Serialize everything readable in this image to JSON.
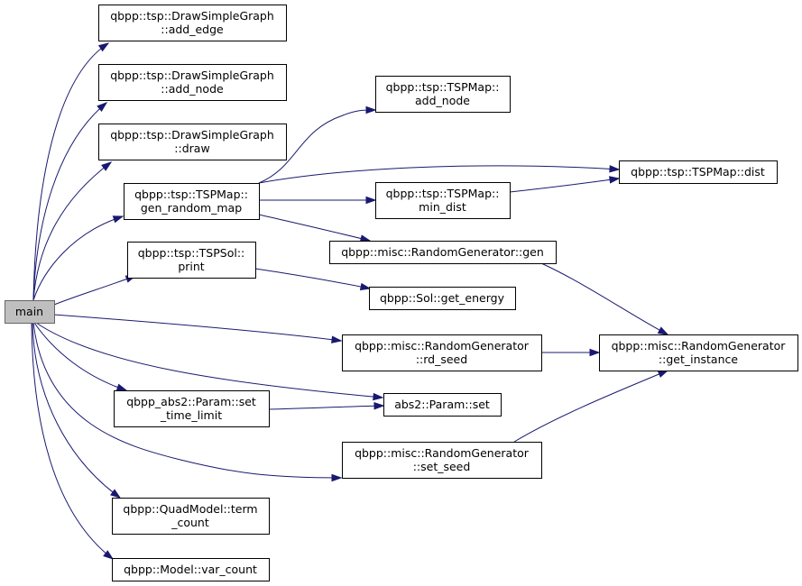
{
  "graph": {
    "edge_color": "#191970",
    "root_fill": "#bfbfbf",
    "nodes": [
      {
        "id": "main",
        "lines": [
          "main"
        ],
        "root": true
      },
      {
        "id": "add_edge",
        "lines": [
          "qbpp::tsp::DrawSimpleGraph",
          "::add_edge"
        ]
      },
      {
        "id": "add_node_g",
        "lines": [
          "qbpp::tsp::DrawSimpleGraph",
          "::add_node"
        ]
      },
      {
        "id": "draw",
        "lines": [
          "qbpp::tsp::DrawSimpleGraph",
          "::draw"
        ]
      },
      {
        "id": "gen_random_map",
        "lines": [
          "qbpp::tsp::TSPMap::",
          "gen_random_map"
        ]
      },
      {
        "id": "tspsol_print",
        "lines": [
          "qbpp::tsp::TSPSol::",
          "print"
        ]
      },
      {
        "id": "set_time_limit",
        "lines": [
          "qbpp_abs2::Param::set",
          "_time_limit"
        ]
      },
      {
        "id": "term_count",
        "lines": [
          "qbpp::QuadModel::term",
          "_count"
        ]
      },
      {
        "id": "var_count",
        "lines": [
          "qbpp::Model::var_count"
        ]
      },
      {
        "id": "tspmap_add_node",
        "lines": [
          "qbpp::tsp::TSPMap::",
          "add_node"
        ]
      },
      {
        "id": "min_dist",
        "lines": [
          "qbpp::tsp::TSPMap::",
          "min_dist"
        ]
      },
      {
        "id": "rg_gen",
        "lines": [
          "qbpp::misc::RandomGenerator::gen"
        ]
      },
      {
        "id": "get_energy",
        "lines": [
          "qbpp::Sol::get_energy"
        ]
      },
      {
        "id": "rd_seed",
        "lines": [
          "qbpp::misc::RandomGenerator",
          "::rd_seed"
        ]
      },
      {
        "id": "param_set",
        "lines": [
          "abs2::Param::set"
        ]
      },
      {
        "id": "set_seed",
        "lines": [
          "qbpp::misc::RandomGenerator",
          "::set_seed"
        ]
      },
      {
        "id": "dist",
        "lines": [
          "qbpp::tsp::TSPMap::dist"
        ]
      },
      {
        "id": "get_instance",
        "lines": [
          "qbpp::misc::RandomGenerator",
          "::get_instance"
        ]
      }
    ],
    "edges": [
      [
        "main",
        "add_edge"
      ],
      [
        "main",
        "add_node_g"
      ],
      [
        "main",
        "draw"
      ],
      [
        "main",
        "gen_random_map"
      ],
      [
        "main",
        "tspsol_print"
      ],
      [
        "main",
        "rd_seed"
      ],
      [
        "main",
        "param_set"
      ],
      [
        "main",
        "set_time_limit"
      ],
      [
        "main",
        "set_seed"
      ],
      [
        "main",
        "term_count"
      ],
      [
        "main",
        "var_count"
      ],
      [
        "gen_random_map",
        "tspmap_add_node"
      ],
      [
        "gen_random_map",
        "dist"
      ],
      [
        "gen_random_map",
        "min_dist"
      ],
      [
        "gen_random_map",
        "rg_gen"
      ],
      [
        "min_dist",
        "dist"
      ],
      [
        "tspsol_print",
        "get_energy"
      ],
      [
        "rg_gen",
        "get_instance"
      ],
      [
        "rd_seed",
        "get_instance"
      ],
      [
        "set_time_limit",
        "param_set"
      ],
      [
        "set_seed",
        "get_instance"
      ]
    ]
  }
}
